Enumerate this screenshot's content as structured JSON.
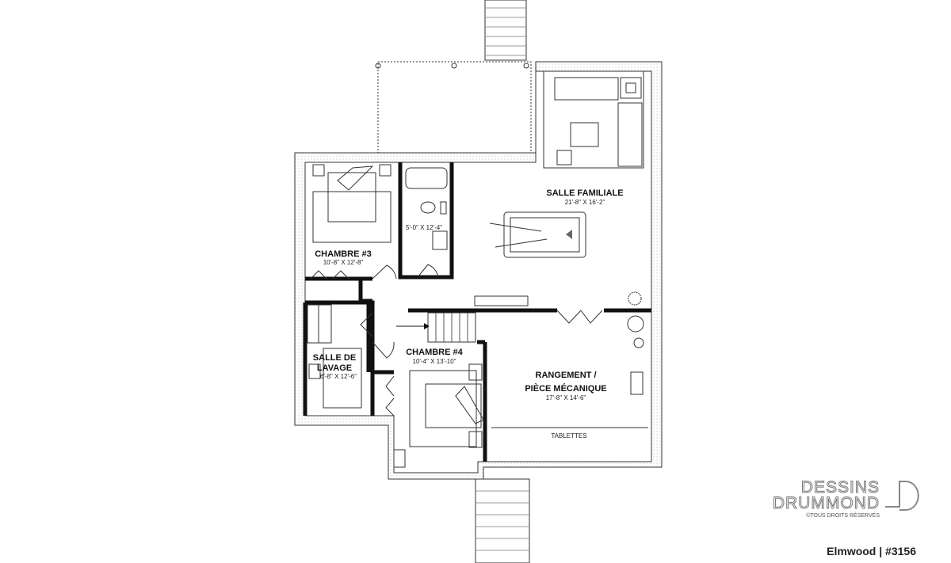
{
  "rooms": {
    "salle_familiale": {
      "name": "SALLE FAMILIALE",
      "dims": "21'-8\" X 16'-2\""
    },
    "chambre3": {
      "name": "CHAMBRE #3",
      "dims": "10'-8\" X 12'-8\""
    },
    "salle_bain": {
      "dims": "5'-0\" X 12'-4\""
    },
    "salle_lavage": {
      "name1": "SALLE DE",
      "name2": "LAVAGE",
      "dims": "6'-8\" X 12'-6\""
    },
    "chambre4": {
      "name": "CHAMBRE #4",
      "dims": "10'-4\" X 13'-10\""
    },
    "rangement": {
      "name1": "RANGEMENT /",
      "name2": "PIÈCE MÉCANIQUE",
      "dims": "17'-8\" X 14'-6\""
    },
    "tablettes": "TABLETTES"
  },
  "brand": {
    "line1": "DESSINS",
    "line2": "DRUMMOND",
    "rights": "©TOUS DROITS RÉSERVÉS"
  },
  "plan_name": "Elmwood | #3156"
}
